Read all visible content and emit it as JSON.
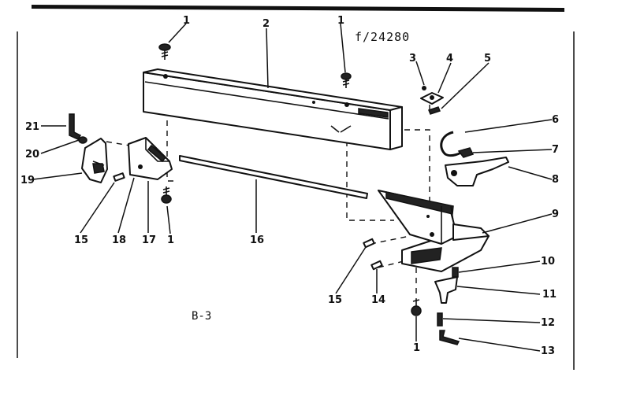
{
  "diagram": {
    "part_number": "f/24280",
    "figure_label": "B-3",
    "callouts": [
      "1",
      "2",
      "1",
      "3",
      "4",
      "5",
      "6",
      "7",
      "8",
      "9",
      "10",
      "11",
      "12",
      "13",
      "14",
      "15",
      "1",
      "16",
      "1",
      "17",
      "18",
      "15",
      "19",
      "20",
      "21"
    ]
  }
}
